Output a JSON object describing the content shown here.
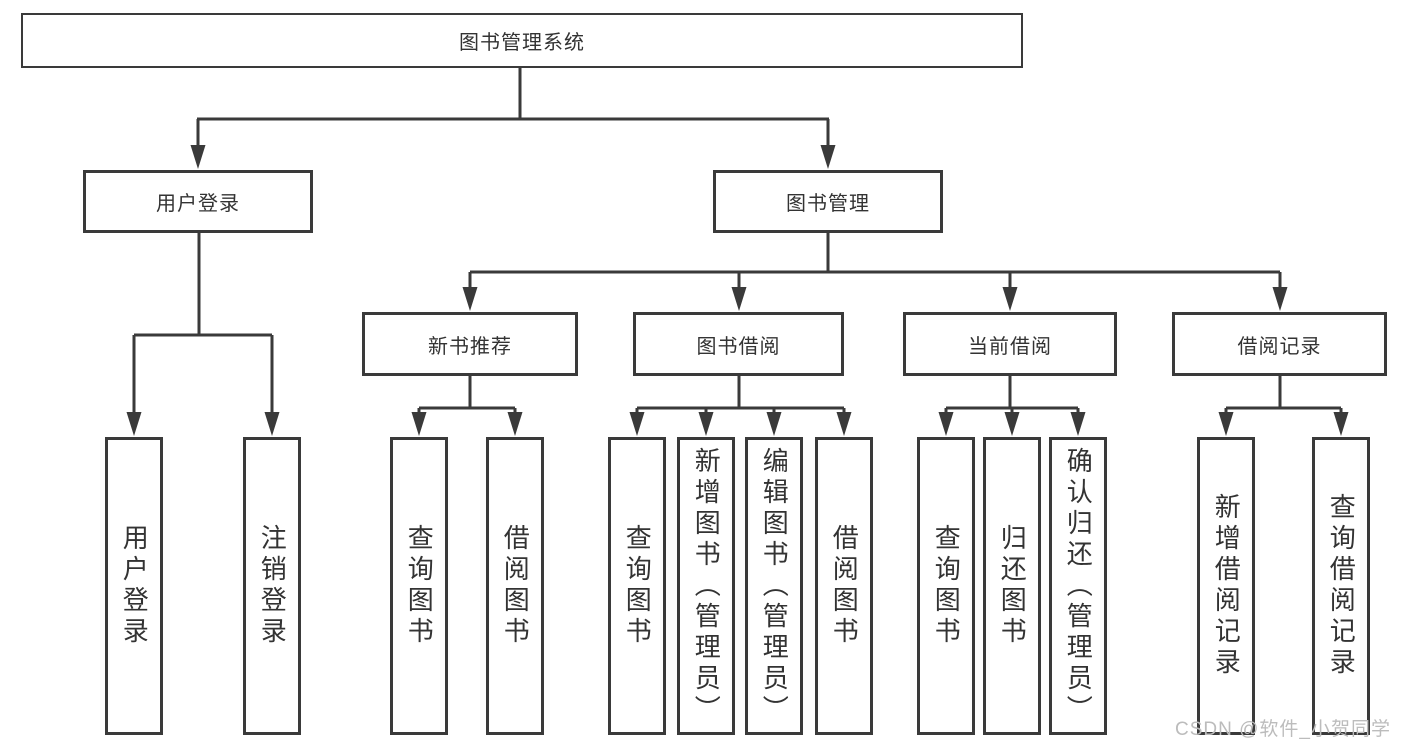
{
  "tree": {
    "root": "图书管理系统",
    "level2": [
      "用户登录",
      "图书管理"
    ],
    "user_children": [
      "用户登录",
      "注销登录"
    ],
    "modules": [
      {
        "label": "新书推荐",
        "children": [
          "查询图书",
          "借阅图书"
        ]
      },
      {
        "label": "图书借阅",
        "children": [
          "查询图书",
          "新增图书（管理员）",
          "编辑图书（管理员）",
          "借阅图书"
        ]
      },
      {
        "label": "当前借阅",
        "children": [
          "查询图书",
          "归还图书",
          "确认归还（管理员）"
        ]
      },
      {
        "label": "借阅记录",
        "children": [
          "新增借阅记录",
          "查询借阅记录"
        ]
      }
    ]
  },
  "watermark": "CSDN @软件_小贺同学",
  "colors": {
    "line": "#3a3a3a",
    "text": "#333333",
    "box_background": "#ffffff",
    "watermark": "#bcbcbc"
  }
}
